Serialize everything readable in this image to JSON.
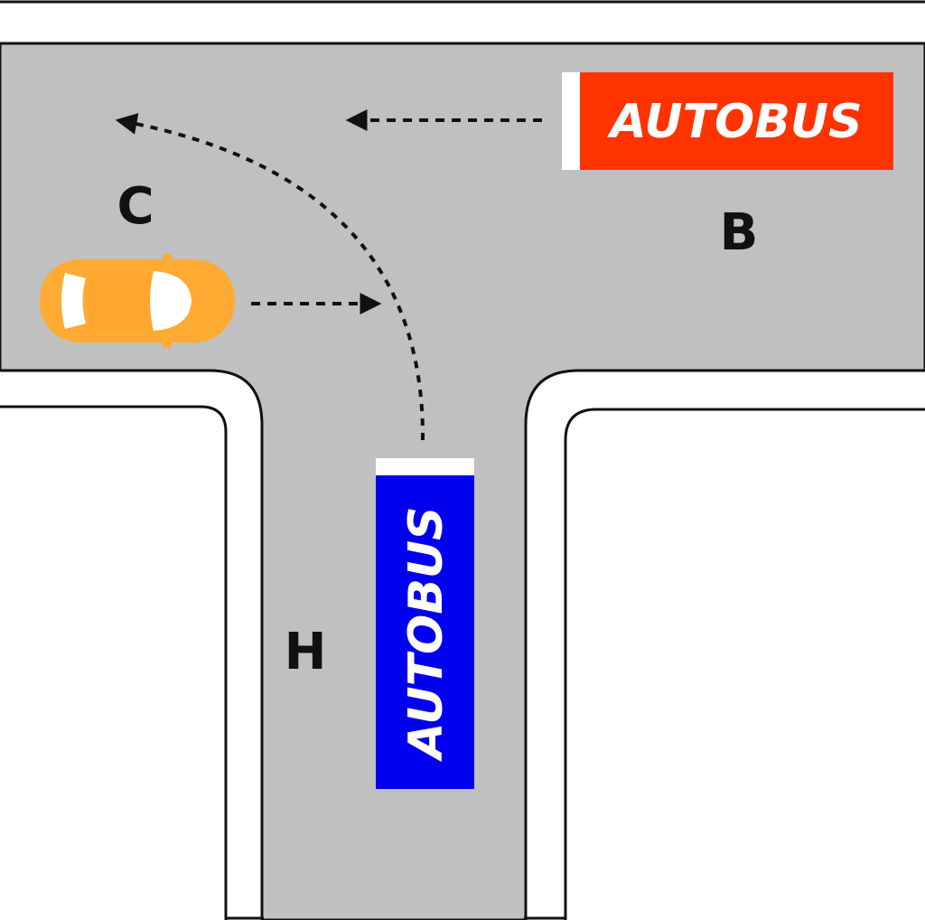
{
  "colors": {
    "road": "#c0c0c0",
    "road_edge": "#111111",
    "background": "#ffffff",
    "bus_b": "#ff3300",
    "bus_h": "#0000ee",
    "car": "#ffaa33",
    "arrow": "#111111"
  },
  "positions": {
    "c": {
      "label": "C"
    },
    "b": {
      "label": "B"
    },
    "h": {
      "label": "H"
    }
  },
  "vehicles": {
    "bus_b": {
      "text": "AUTOBUS",
      "heading": "left"
    },
    "bus_h": {
      "text": "AUTOBUS",
      "heading": "up"
    },
    "car_c": {
      "heading": "right"
    }
  },
  "paths": {
    "bus_b": "straight-left",
    "bus_h": "turn-left",
    "car_c": "straight-right"
  }
}
